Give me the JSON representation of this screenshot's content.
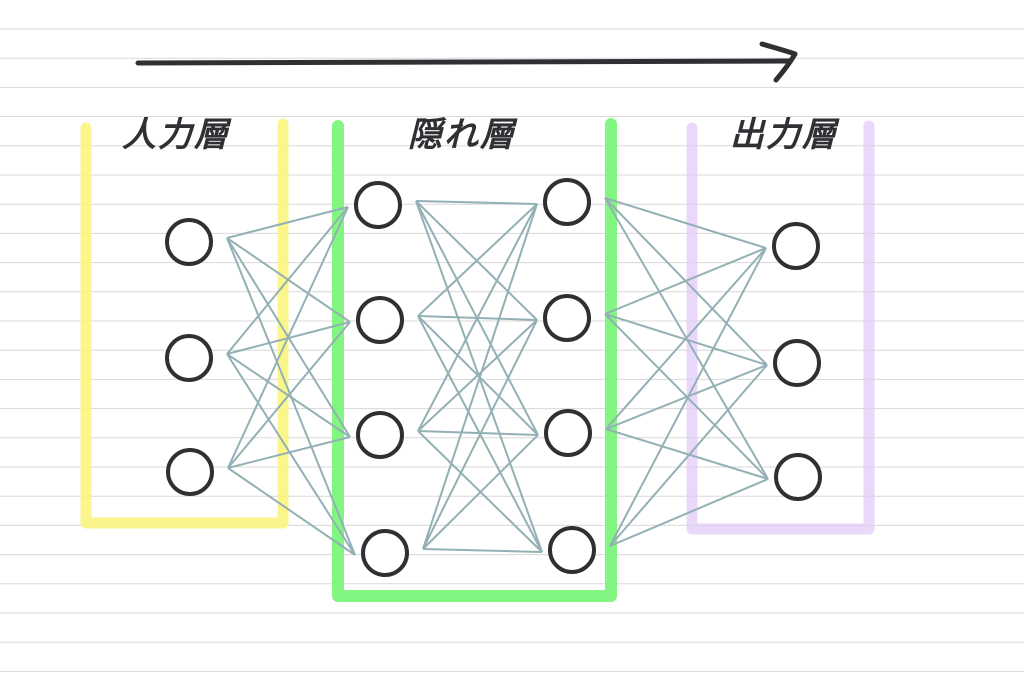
{
  "diagram": {
    "layers": [
      {
        "id": "input",
        "title": "人力層",
        "neurons": 3,
        "color": "#fbf57e"
      },
      {
        "id": "hidden",
        "title": "隠れ層",
        "neurons": 4,
        "columns": 2,
        "color": "#7cf57a"
      },
      {
        "id": "output",
        "title": "出力層",
        "neurons": 3,
        "color": "#e2cbf7"
      }
    ],
    "colors": {
      "ink": "#2f3033",
      "connection": "#93b0b5",
      "notebook_line": "#d8d8d8",
      "background": "#ffffff"
    }
  }
}
